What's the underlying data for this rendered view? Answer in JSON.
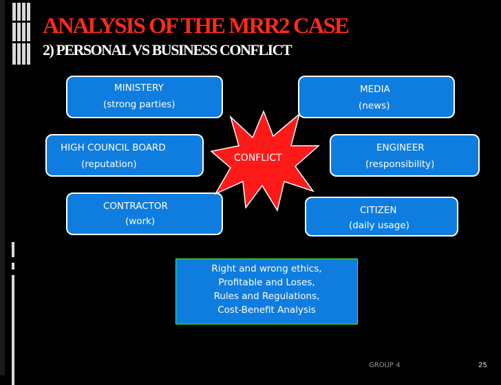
{
  "slide": {
    "title": "ANALYSIS OF THE MRR2 CASE",
    "subtitle": "2) PERSONAL VS BUSINESS CONFLICT"
  },
  "diagram": {
    "center": "CONFLICT",
    "ministry": {
      "line1": "MINISTERY",
      "line2": "(strong parties)"
    },
    "media": {
      "line1": "MEDIA",
      "line2": "(news)"
    },
    "high_council": {
      "line1": "HIGH COUNCIL BOARD",
      "line2": "(reputation)"
    },
    "engineer": {
      "line1": "ENGINEER",
      "line2": "(responsibility)"
    },
    "contractor": {
      "line1": "CONTRACTOR",
      "line2": "(work)"
    },
    "citizen": {
      "line1": "CITIZEN",
      "line2": "(daily usage)"
    },
    "ethics_lines": [
      "Right and wrong ethics,",
      "Profitable and  Loses,",
      "Rules and Regulations,",
      "Cost-Benefit Analysis"
    ]
  },
  "footer": {
    "group": "GROUP 4",
    "page": "25"
  },
  "colors": {
    "title": "#ff2a1a",
    "box_fill": "#0f7de0",
    "star_fill": "#ff1a1a",
    "ethics_border": "#33ff33",
    "background": "#000000"
  }
}
